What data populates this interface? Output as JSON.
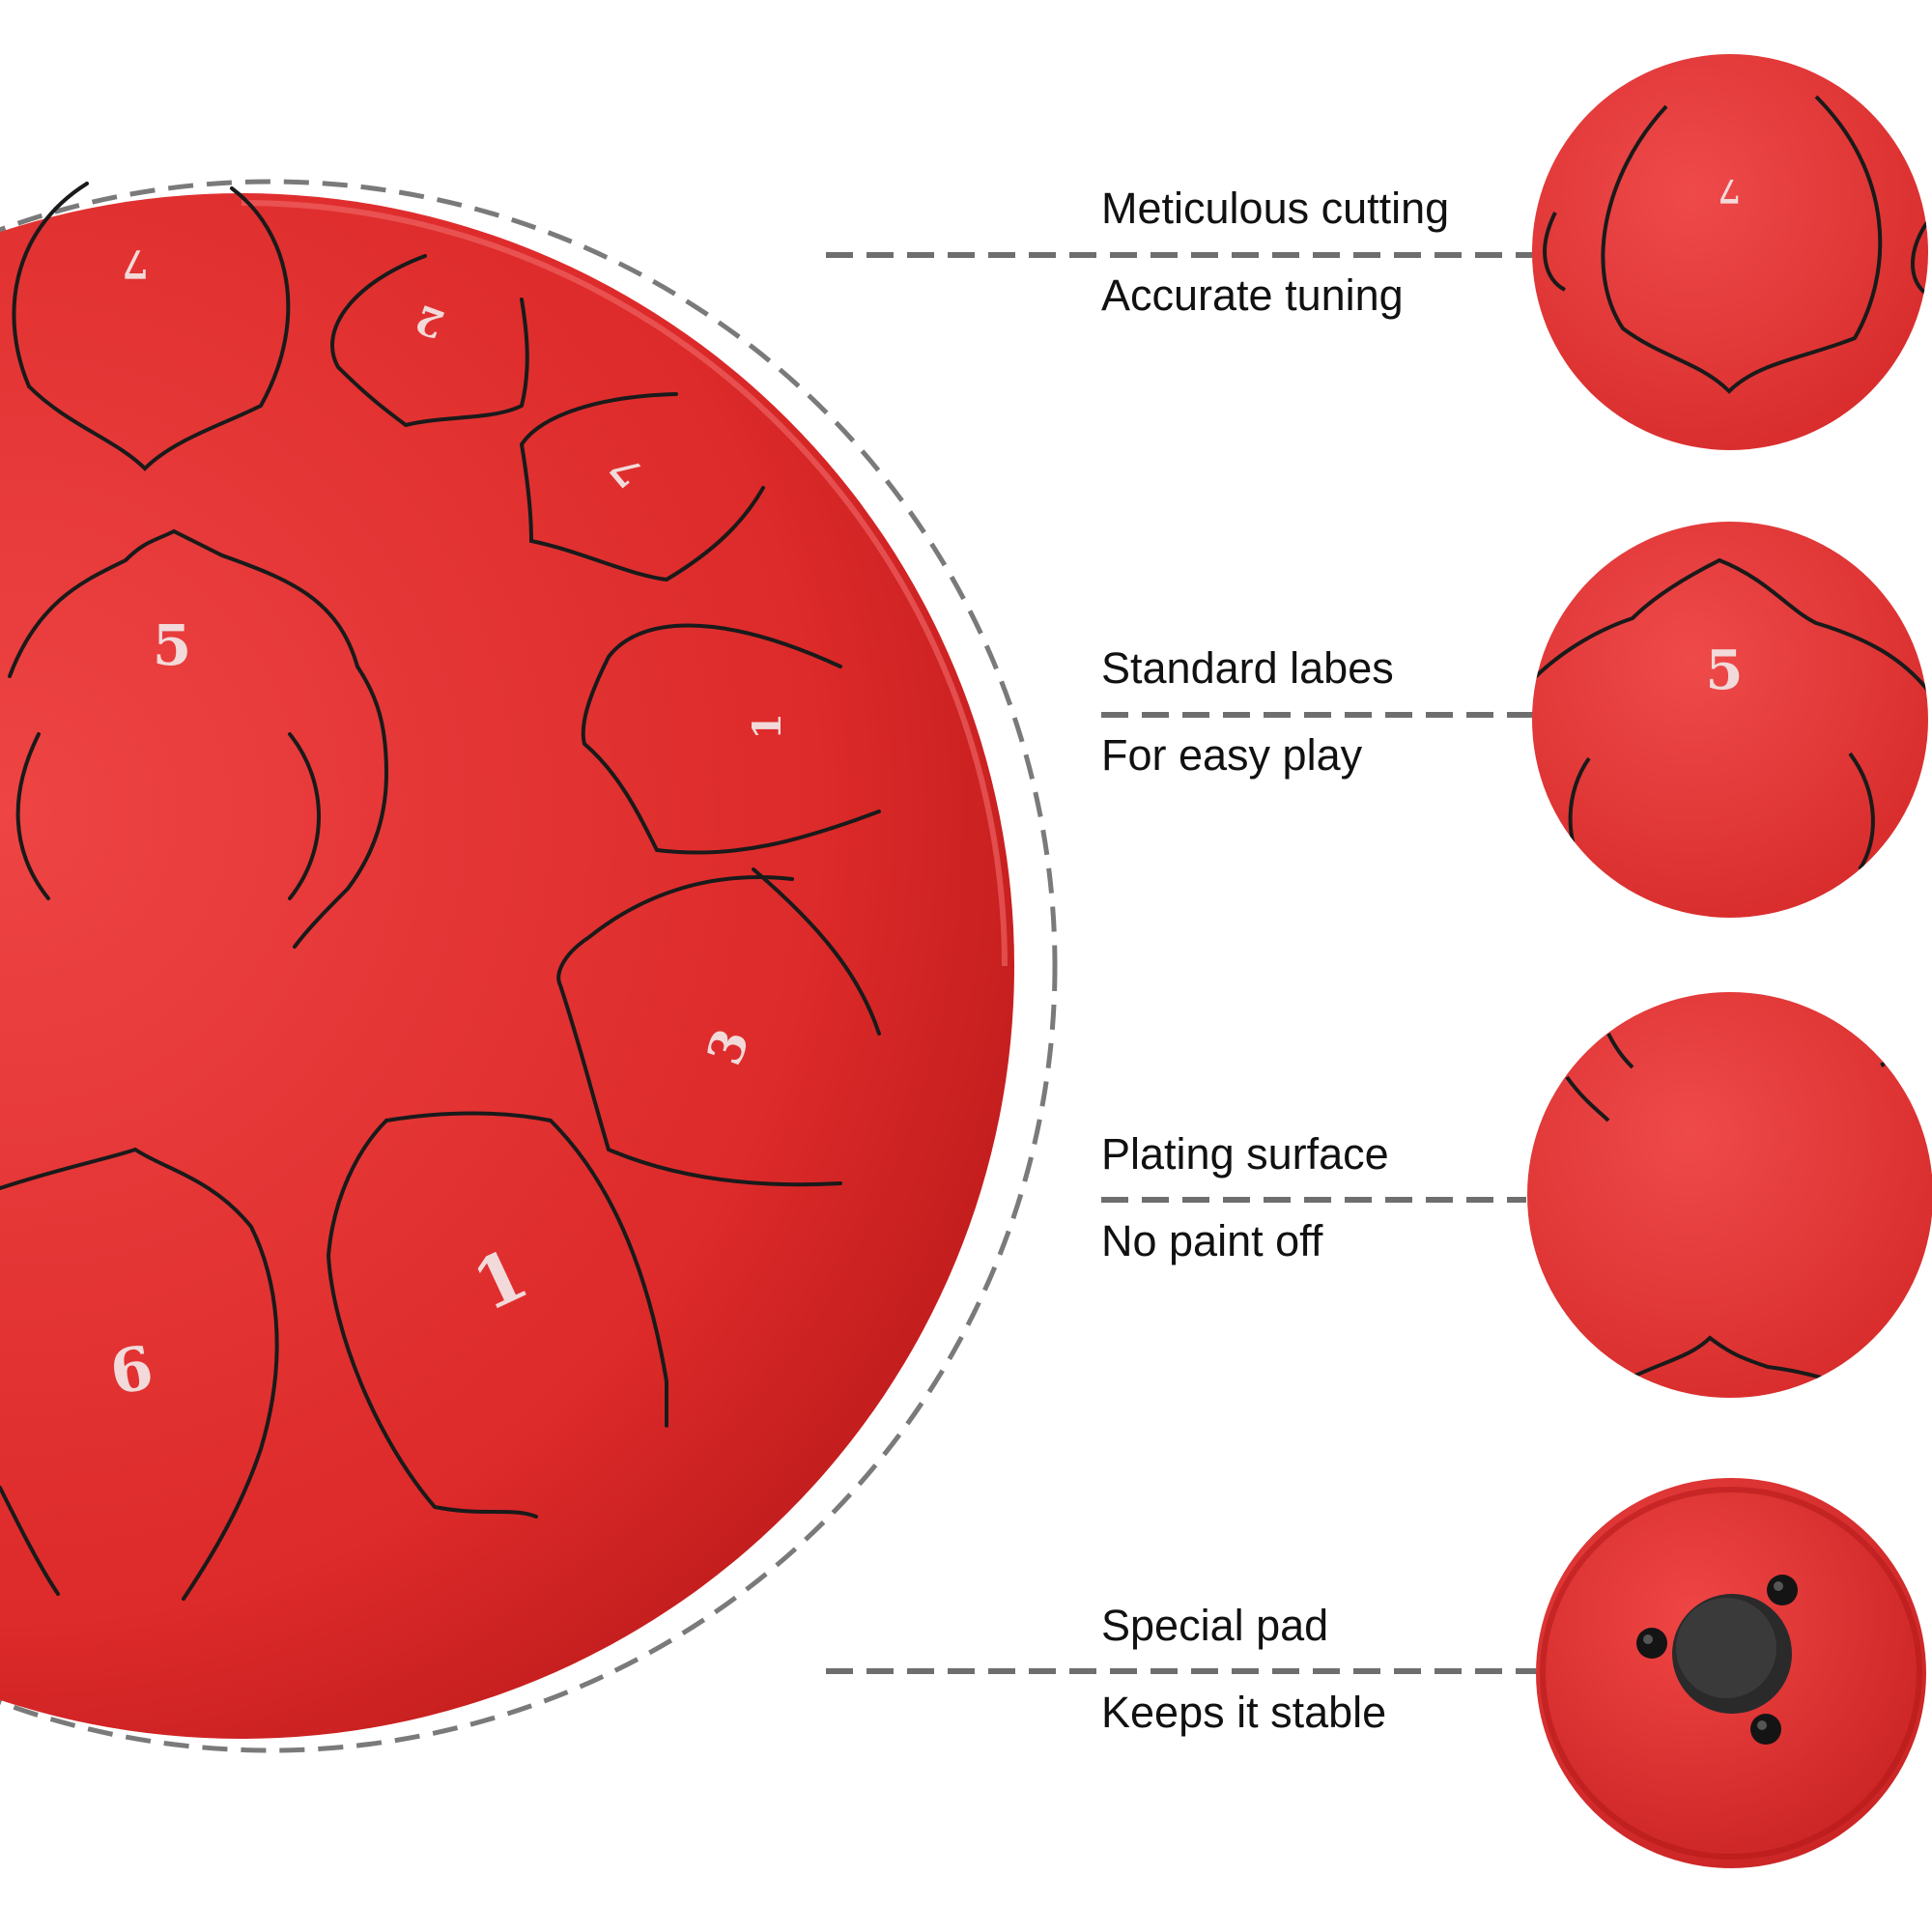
{
  "drum": {
    "color": "#dd2a2a",
    "note_labels": [
      "7",
      "2",
      "7",
      "5",
      "1",
      "3",
      "1",
      "6"
    ]
  },
  "features": [
    {
      "title": "Meticulous cutting",
      "subtitle": "Accurate tuning"
    },
    {
      "title": "Standard labes",
      "subtitle": "For easy play"
    },
    {
      "title": "Plating surface",
      "subtitle": "No paint off"
    },
    {
      "title": "Special pad",
      "subtitle": "Keeps it stable"
    }
  ]
}
